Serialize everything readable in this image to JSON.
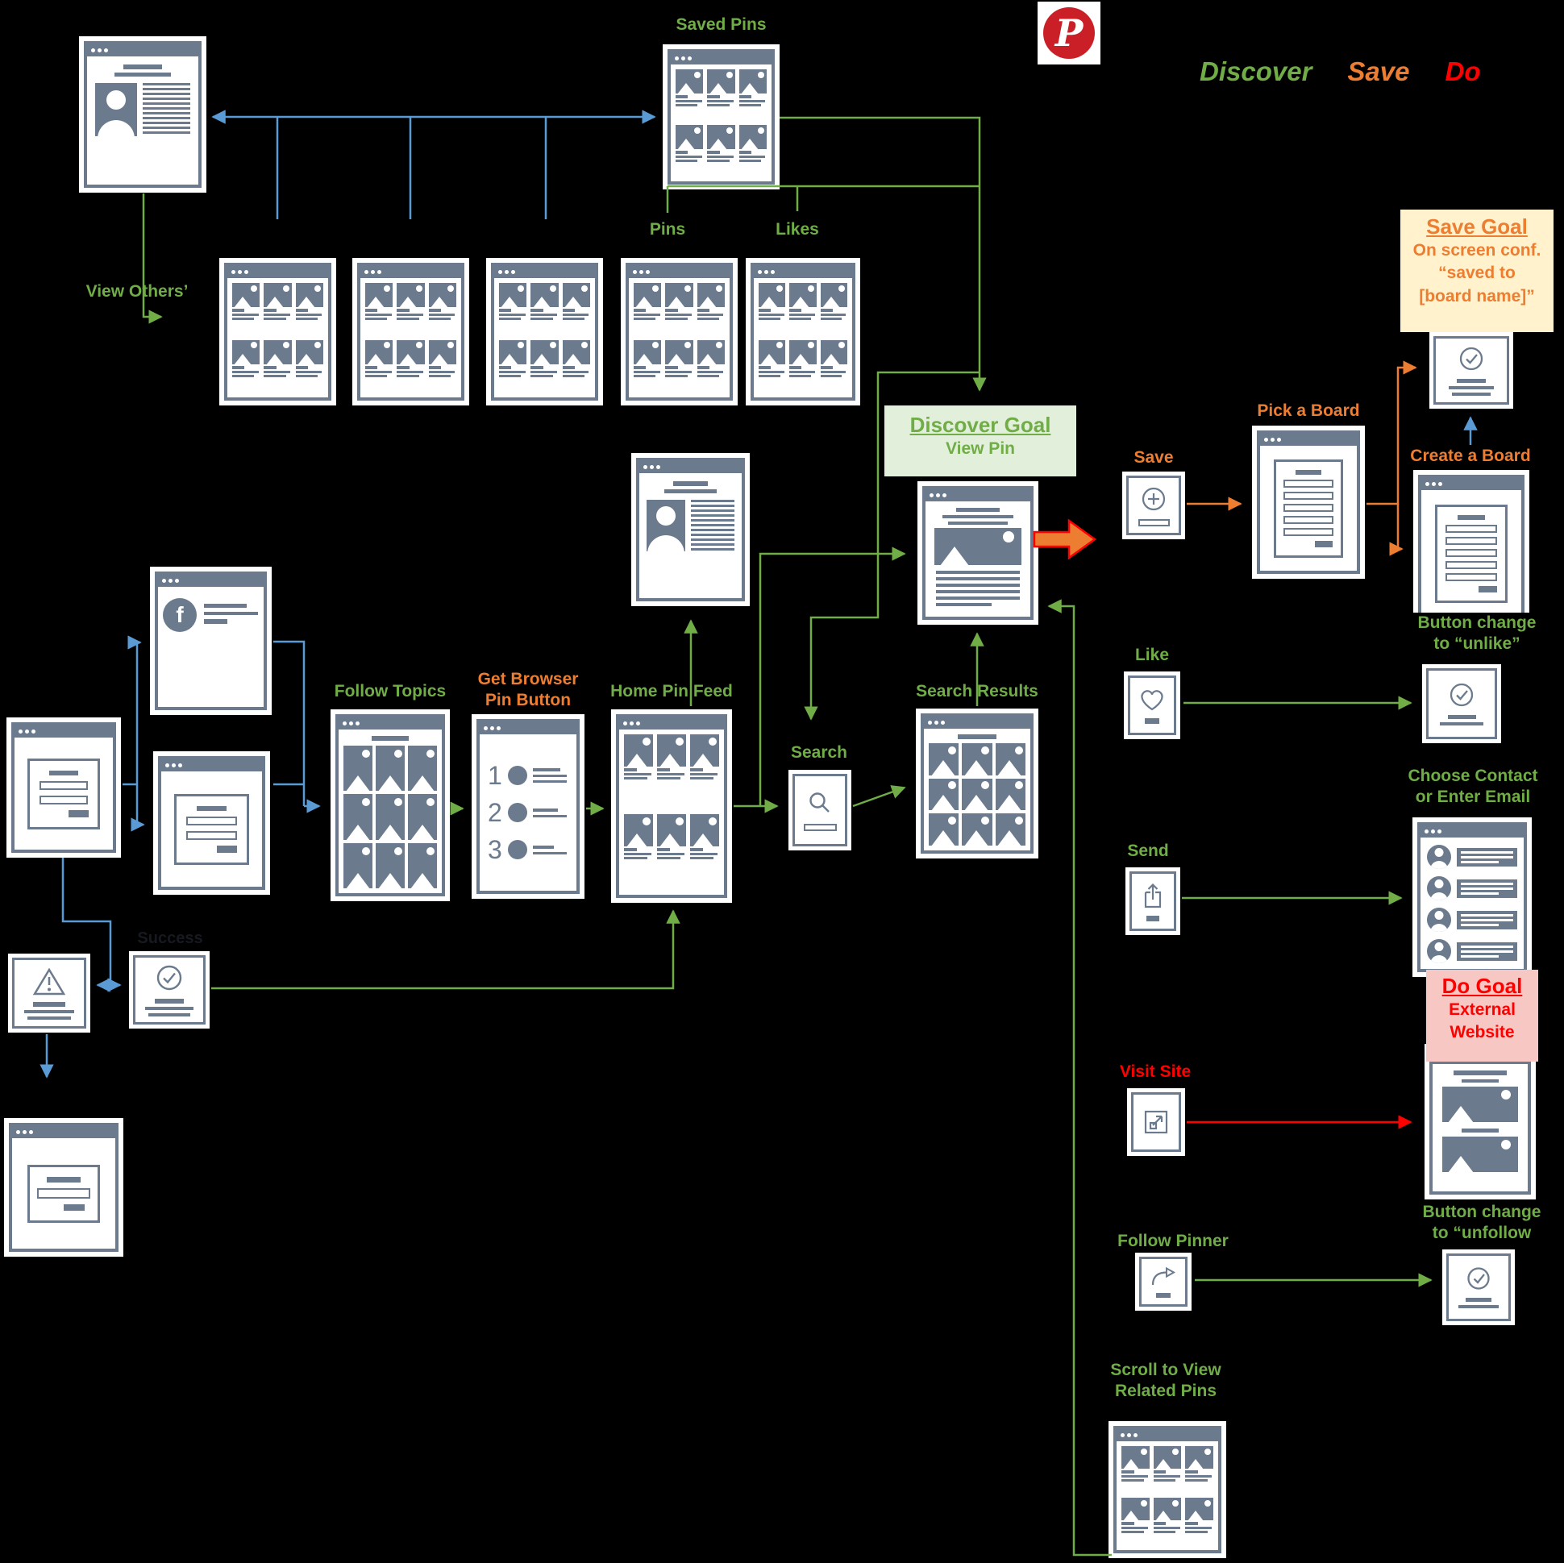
{
  "header": {
    "pinterest_letter": "P",
    "legend": {
      "discover": "Discover",
      "save": "Save",
      "do": "Do"
    }
  },
  "flow_labels": {
    "saved_pins": "Saved Pins",
    "pins": "Pins",
    "likes": "Likes",
    "view_others": "View Others’",
    "follow_topics": "Follow Topics",
    "get_browser_1": "Get Browser",
    "get_browser_2": "Pin Button",
    "home_pin_feed": "Home Pin Feed",
    "search": "Search",
    "search_results": "Search Results",
    "save": "Save",
    "pick_a_board": "Pick a Board",
    "create_a_board": "Create a Board",
    "like": "Like",
    "unlike_1": "Button change",
    "unlike_2": "to “unlike”",
    "send": "Send",
    "contact_1": "Choose Contact",
    "contact_2": "or Enter Email",
    "visit_site": "Visit Site",
    "follow_pinner": "Follow Pinner",
    "unfollow_1": "Button change",
    "unfollow_2": "to “unfollow",
    "scroll_1": "Scroll to View",
    "scroll_2": "Related Pins",
    "success": "Success"
  },
  "goals": {
    "discover": {
      "title": "Discover Goal",
      "subtitle": "View Pin"
    },
    "save": {
      "title": "Save Goal",
      "lines": [
        "On screen conf.",
        "“saved to",
        "[board name]”"
      ]
    },
    "do": {
      "title": "Do Goal",
      "lines": [
        "External",
        "Website"
      ]
    }
  },
  "wireframe": {
    "facebook_letter": "f",
    "steps": [
      "1",
      "2",
      "3"
    ]
  },
  "colors": {
    "background": "#000000",
    "wireframe_slate": "#6b7a8d",
    "discover_green": "#70ad47",
    "save_orange": "#ed7d31",
    "do_red": "#ff0000",
    "connector_blue": "#5b9bd5",
    "pinterest_red": "#cb1f27",
    "discover_goal_bg": "#e2efda",
    "save_goal_bg": "#fff2cc",
    "do_goal_bg": "#f7c7c4"
  }
}
